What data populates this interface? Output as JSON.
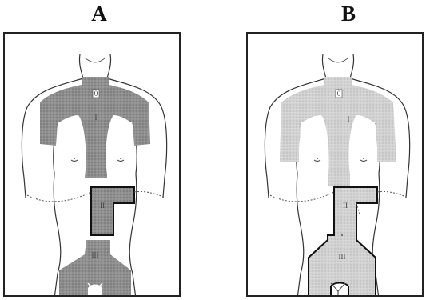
{
  "panels": [
    {
      "label": "A",
      "regions": [
        {
          "numeral": "0",
          "shading": "dark"
        },
        {
          "numeral": "I",
          "shading": "dark"
        },
        {
          "numeral": "II",
          "shading": "dark"
        },
        {
          "numeral": "III",
          "shading": "dark"
        }
      ],
      "shading_color": "#8a8a8a"
    },
    {
      "label": "B",
      "regions": [
        {
          "numeral": "0",
          "shading": "light"
        },
        {
          "numeral": "I",
          "shading": "light"
        },
        {
          "numeral": "II",
          "shading": "light"
        },
        {
          "numeral": "III",
          "shading": "light"
        }
      ],
      "shading_color": "#c9c9c9"
    }
  ],
  "colors": {
    "outline": "#333333",
    "region_border": "#111111",
    "dotted_line": "#555555"
  }
}
